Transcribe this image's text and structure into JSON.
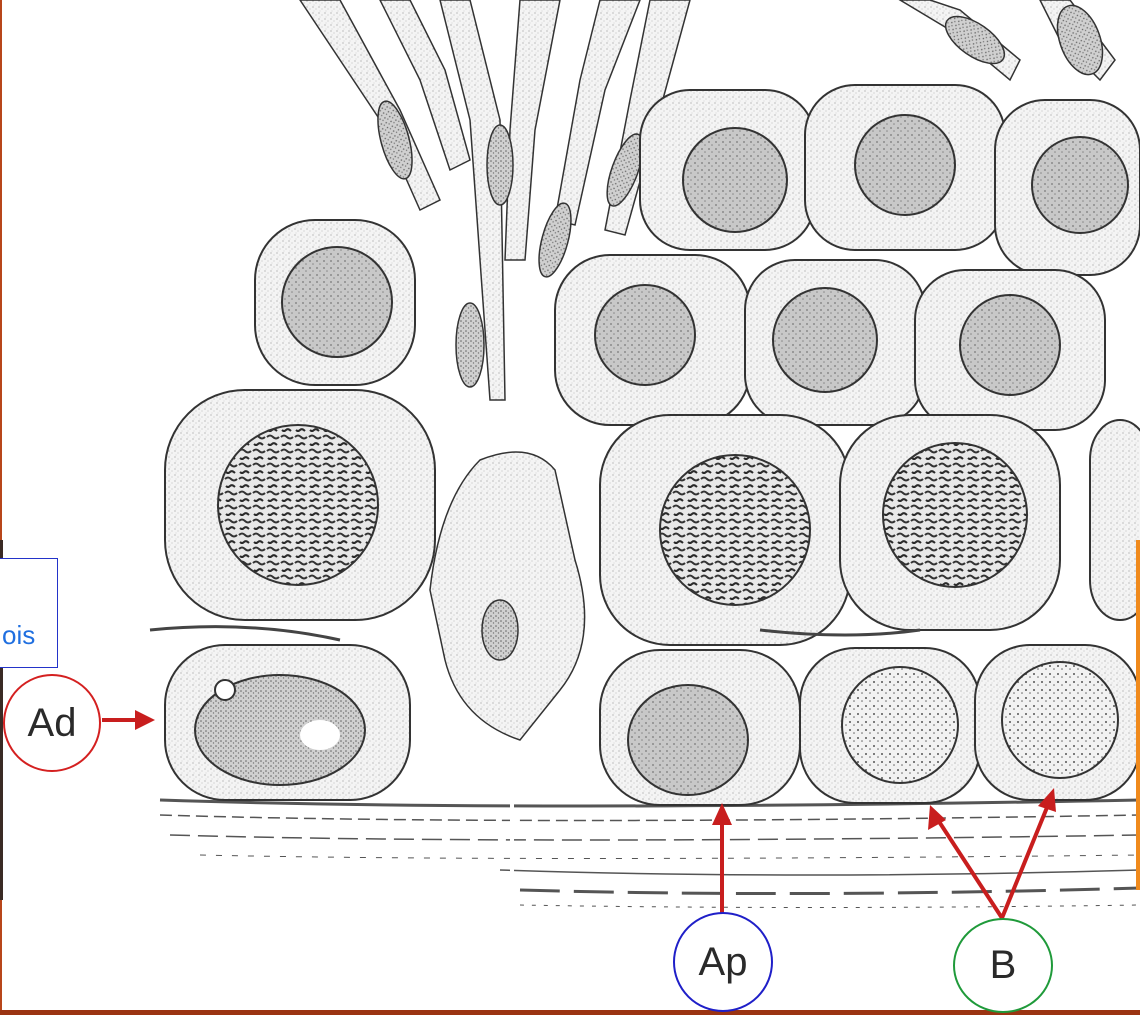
{
  "labels": {
    "ad": "Ad",
    "ap": "Ap",
    "b": "B"
  },
  "overlay": {
    "text": "ois"
  },
  "colors": {
    "frame": "#b8461a",
    "ad_circle": "#d42020",
    "ap_circle": "#1f1fc8",
    "b_circle": "#1f9a3a",
    "arrow": "#c81e1e",
    "overlay_border": "#2333c9",
    "overlay_text": "#1f6fe0"
  }
}
